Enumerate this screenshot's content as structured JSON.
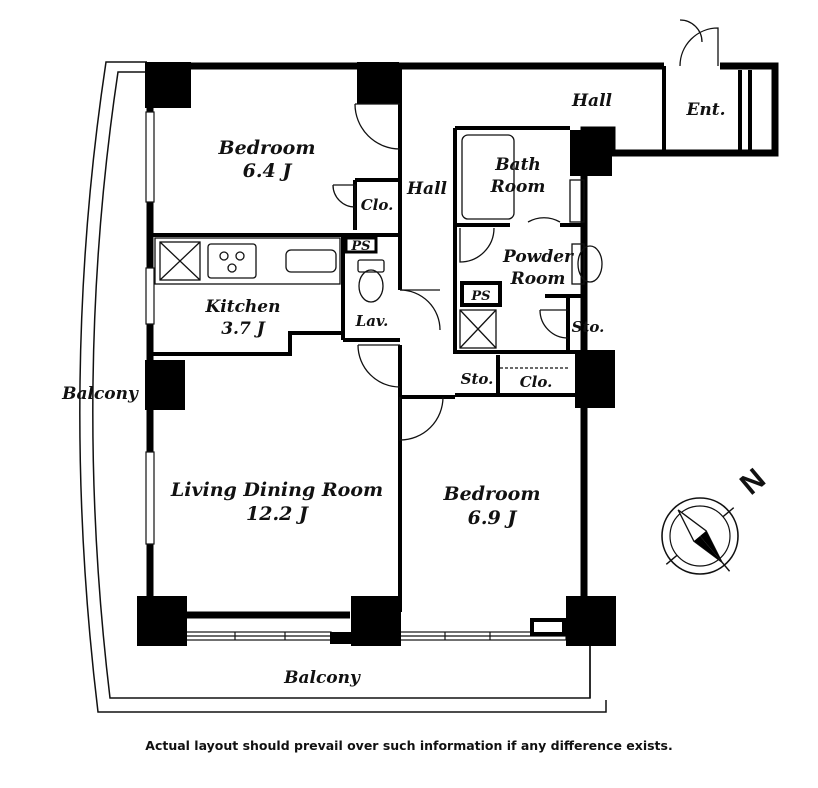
{
  "rooms": {
    "bedroom_nw": {
      "name": "Bedroom",
      "size": "6.4 J"
    },
    "kitchen": {
      "name": "Kitchen",
      "size": "3.7 J"
    },
    "living": {
      "name": "Living Dining Room",
      "size": "12.2 J"
    },
    "bedroom_se": {
      "name": "Bedroom",
      "size": "6.9 J"
    },
    "bath": {
      "line1": "Bath",
      "line2": "Room"
    },
    "powder": {
      "line1": "Powder",
      "line2": "Room"
    },
    "hall_top": "Hall",
    "hall_mid": "Hall",
    "entrance": "Ent.",
    "closet_1": "Clo.",
    "closet_2": "Clo.",
    "lavatory": "Lav.",
    "ps_1": "PS",
    "ps_2": "PS",
    "storage_1": "Sto.",
    "storage_2": "Sto.",
    "balcony_west": "Balcony",
    "balcony_south": "Balcony"
  },
  "compass": {
    "north_label": "N"
  },
  "disclaimer": "Actual layout should prevail over such information if any difference exists."
}
